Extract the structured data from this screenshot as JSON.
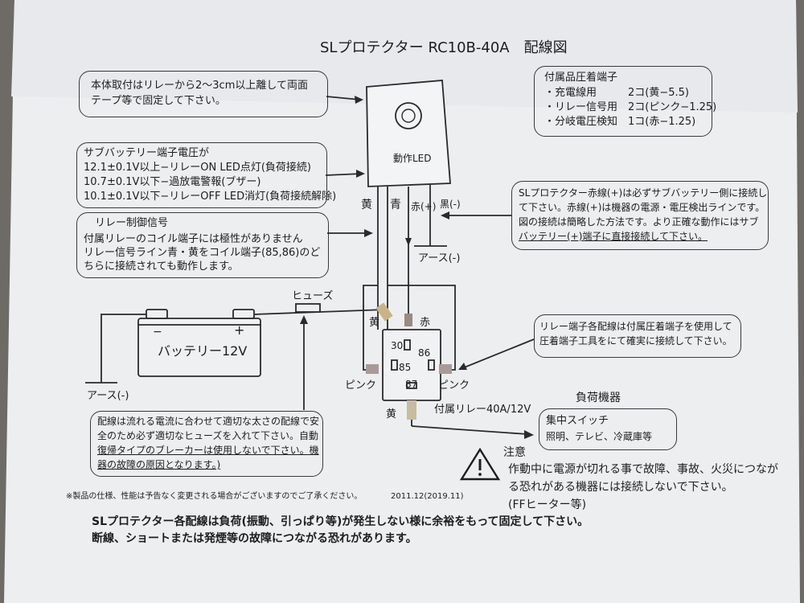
{
  "header": {
    "title": "SLプロテクター RC10B-40A　配線図"
  },
  "box_mount": {
    "lines": [
      "本体取付はリレーから2〜3cm以上離して両面",
      "テープ等で固定して下さい。"
    ]
  },
  "box_subbattery": {
    "lines": [
      "サブバッテリー端子電圧が",
      "12.1±0.1V以上−リレーON  LED点灯(負荷接続)",
      "10.7±0.1V以下−過放電警報(ブザー)",
      "10.1±0.1V以下−リレーOFF LED消灯(負荷接続解除)"
    ]
  },
  "box_relay_control": {
    "lines": [
      "リレー制御信号",
      "付属リレーのコイル端子には極性がありません",
      "リレー信号ライン青・黄をコイル端子(85,86)のど",
      "ちらに接続されても動作します。"
    ]
  },
  "box_accessories": {
    "lines": [
      "付属品圧着端子",
      "・充電線用　　　2コ(黄−5.5)",
      "・リレー信号用　2コ(ピンク−1.25)",
      "・分岐電圧検知　1コ(赤−1.25)"
    ]
  },
  "box_red_wire": {
    "lines": [
      "SLプロテクター赤線(+)は必ずサブバッテリー側に接続し",
      "て下さい。赤線(+)は機器の電源・電圧検出ラインです。",
      "図の接続は簡略した方法です。より正確な動作にはサブ",
      "バッテリー(+)端子に直接接続して下さい。"
    ]
  },
  "box_relay_terminal": {
    "lines": [
      "リレー端子各配線は付属圧着端子を使用して",
      "圧着端子工具をにて確実に接続して下さい。"
    ]
  },
  "box_fuse_note": {
    "lines": [
      "配線は流れる電流に合わせて適切な太さの配線で安",
      "全のため必ず適切なヒューズを入れて下さい。自動",
      "復帰タイプのブレーカーは使用しないで下さい。機",
      "器の故障の原因となります。)"
    ]
  },
  "device": {
    "led_label": "動作LED"
  },
  "wire_labels": {
    "yellow": "黄",
    "blue": "青",
    "red_plus": "赤(+)",
    "black_minus": "黒(-)",
    "yellow2": "黄",
    "red": "赤",
    "pink_left": "ピンク",
    "pink_right": "ピンク",
    "yellow_bottom": "黄"
  },
  "ground": {
    "top": "アース(-)",
    "battery": "アース(-)"
  },
  "fuse": {
    "label": "ヒューズ"
  },
  "battery": {
    "label": "バッテリー12V",
    "minus": "−",
    "plus": "+"
  },
  "relay": {
    "pin30": "30",
    "pin86": "86",
    "pin85": "85",
    "pin87": "87",
    "caption": "付属リレー40A/12V"
  },
  "load": {
    "title": "負荷機器",
    "line1": "集中スイッチ",
    "line2": "照明、テレビ、冷蔵庫等"
  },
  "caution": {
    "title": "注意",
    "lines": [
      "作動中に電源が切れる事で故障、事故、火災につなが",
      "る恐れがある機器には接続しないで下さい。",
      "(FFヒーター等)"
    ]
  },
  "footer": {
    "spec_note": "※製品の仕様、性能は予告なく変更される場合がございますのでご了承ください。",
    "date": "2011.12(2019.11)",
    "bold_line1": "SLプロテクター各配線は負荷(振動、引っぱり等)が発生しない様に余裕をもって固定して下さい。",
    "bold_line2": "断線、ショートまたは発煙等の故障につながる恐れがあります。"
  }
}
